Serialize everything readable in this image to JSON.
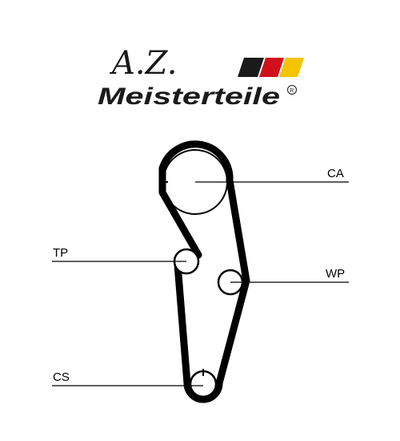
{
  "logo": {
    "initials": "A.Z.",
    "brand": "Meisterteile",
    "registered_mark": "R",
    "flag_colors": [
      "#1a1a1a",
      "#d0101a",
      "#f5c400"
    ]
  },
  "diagram": {
    "belt_color": "#000000",
    "labels": {
      "ca": "CA",
      "tp": "TP",
      "wp": "WP",
      "cs": "CS"
    }
  }
}
